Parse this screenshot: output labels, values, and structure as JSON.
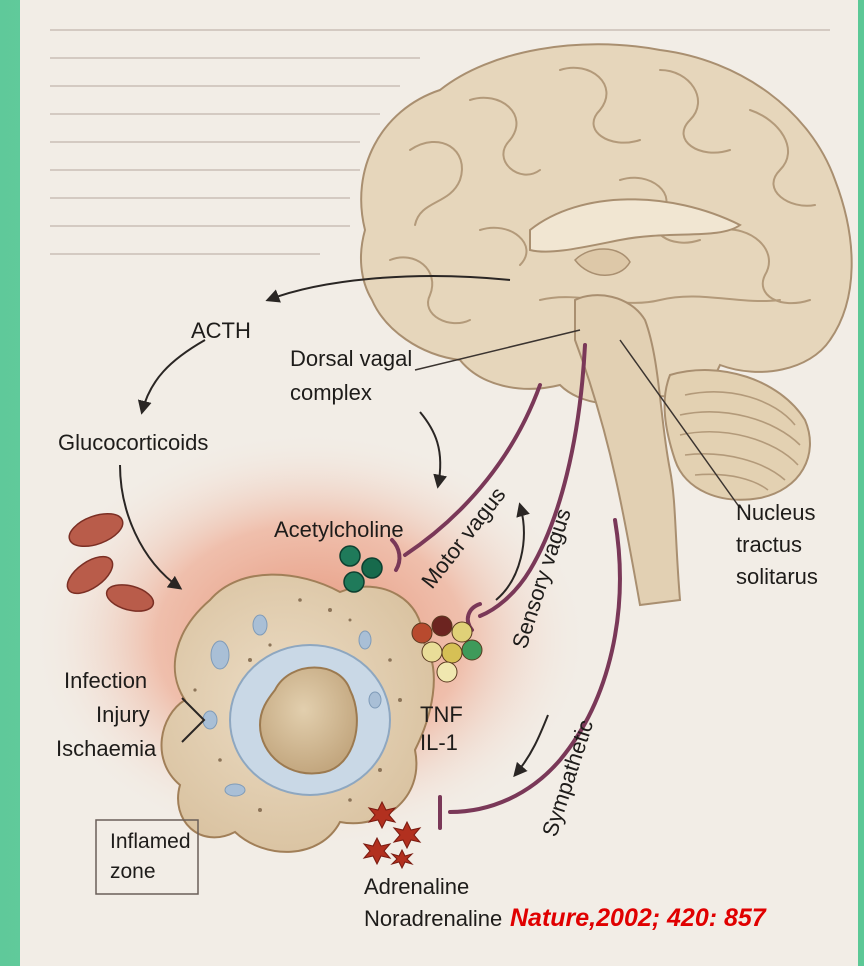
{
  "labels": {
    "acth": "ACTH",
    "dorsal_vagal_line1": "Dorsal vagal",
    "dorsal_vagal_line2": "complex",
    "glucocorticoids": "Glucocorticoids",
    "acetylcholine": "Acetylcholine",
    "motor_vagus": "Motor vagus",
    "sensory_vagus": "Sensory vagus",
    "nucleus_line1": "Nucleus",
    "nucleus_line2": "tractus",
    "nucleus_line3": "solitarus",
    "infection": "Infection",
    "injury": "Injury",
    "ischaemia": "Ischaemia",
    "tnf": "TNF",
    "il1": "IL-1",
    "sympathetic": "Sympathetic",
    "inflamed_line1": "Inflamed",
    "inflamed_line2": "zone",
    "adrenaline": "Adrenaline",
    "noradrenaline": "Noradrenaline"
  },
  "citation": "Nature,2002; 420: 857",
  "colors": {
    "background": "#6fd3a5",
    "page": "#f2ede6",
    "brain": "#e7d8bf",
    "nerve": "#7a3858",
    "inflamed_glow": "#e9a28a",
    "citation": "#e00000"
  }
}
